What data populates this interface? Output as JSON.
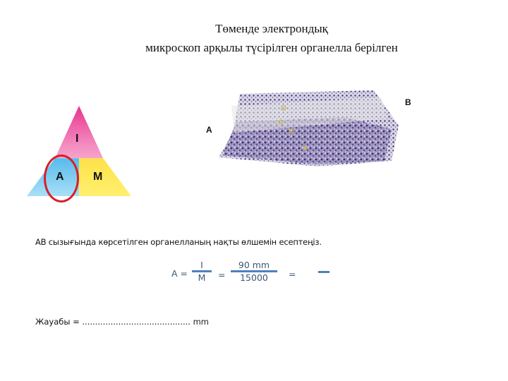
{
  "title": {
    "line1": "Төменде электрондық",
    "line2": "микроскоп арқылы түсірілген органелла берілген"
  },
  "triangle": {
    "top_label": "I",
    "left_label": "A",
    "right_label": "M",
    "colors": {
      "top": "#e8358f",
      "left": "#1e98e0",
      "right": "#fbd92f",
      "ring": "#d61f26"
    }
  },
  "micrograph": {
    "label_a": "A",
    "label_b": "B",
    "stain_color": "#4a3a7a"
  },
  "instruction": "АВ сызығында көрсетілген   органелланың нақты өлшемін есептеңіз.",
  "formula": {
    "lhs": "A =",
    "frac1_num": "I",
    "frac1_den": "M",
    "eq": "=",
    "frac2_num": "90 mm",
    "frac2_den": "15000",
    "eq2": "=",
    "color": "#3e5775",
    "bar_color": "#4f81bd"
  },
  "answer": {
    "label": "Жауабы = ",
    "dots": "..........................................",
    "unit": " mm"
  }
}
